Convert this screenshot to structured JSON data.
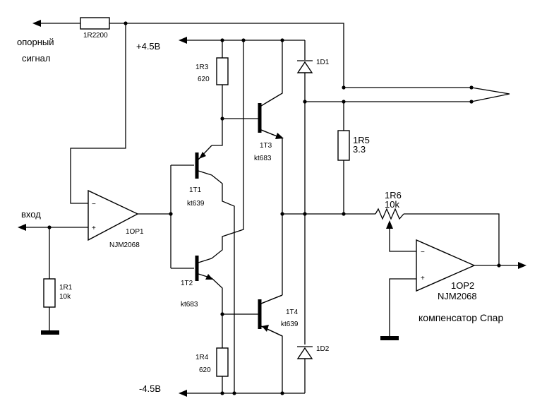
{
  "labels": {
    "ref_signal_1": "опорный",
    "ref_signal_2": "сигнал",
    "input": "вход",
    "vplus": "+4.5В",
    "vminus": "-4.5В",
    "compensator": "компенсатор Спар"
  },
  "components": {
    "r2": {
      "ref": "1R2",
      "value": "200"
    },
    "r3": {
      "ref": "1R3",
      "value": "620"
    },
    "r4": {
      "ref": "1R4",
      "value": "620"
    },
    "r1": {
      "ref": "1R1",
      "value": "10k"
    },
    "r5": {
      "ref": "1R5",
      "value": "3.3"
    },
    "r6": {
      "ref": "1R6",
      "value": "10k"
    },
    "d1": {
      "ref": "1D1"
    },
    "d2": {
      "ref": "1D2"
    },
    "t1": {
      "ref": "1T1",
      "type": "kt639"
    },
    "t2": {
      "ref": "1T2",
      "type": "kt683"
    },
    "t3": {
      "ref": "1T3",
      "type": "kt683"
    },
    "t4": {
      "ref": "1T4",
      "type": "kt639"
    },
    "op1": {
      "ref": "1OP1",
      "type": "NJM2068"
    },
    "op2": {
      "ref": "1OP2",
      "type": "NJM2068"
    }
  },
  "op_pins": {
    "minus": "−",
    "plus": "+"
  }
}
